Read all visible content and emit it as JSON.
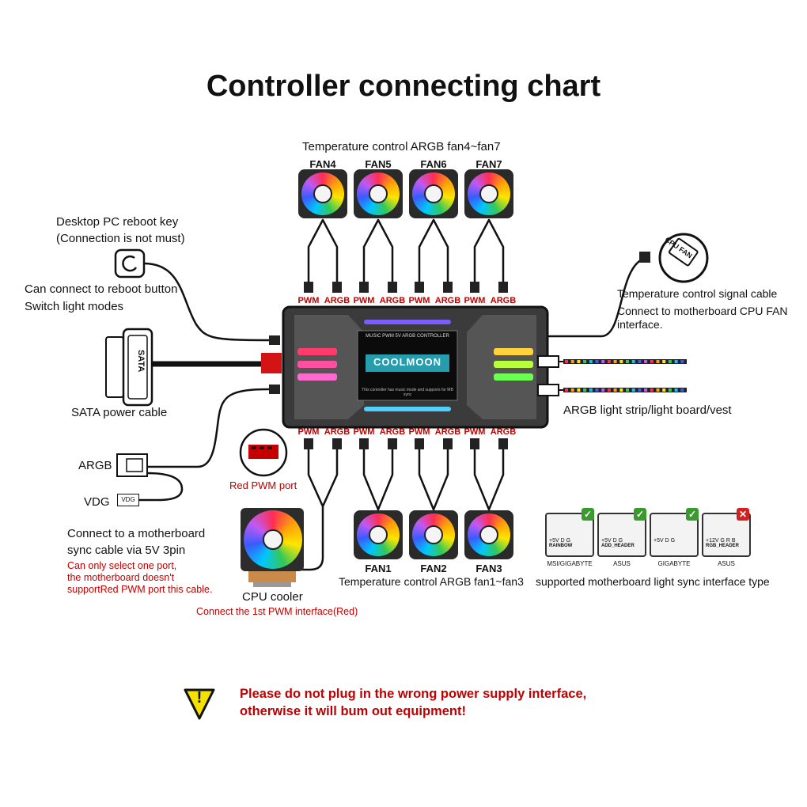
{
  "title": "Controller connecting chart",
  "top_fans": {
    "caption": "Temperature control ARGB fan4~fan7",
    "labels": [
      "FAN4",
      "FAN5",
      "FAN6",
      "FAN7"
    ]
  },
  "bottom_fans": {
    "caption": "Temperature control ARGB fan1~fan3",
    "labels": [
      "FAN1",
      "FAN2",
      "FAN3"
    ]
  },
  "ports": {
    "pwm": "PWM",
    "argb": "ARGB"
  },
  "reboot_key": {
    "title_line1": "Desktop PC reboot key",
    "title_line2": "(Connection is not must)",
    "desc_line1": "Can connect to reboot button",
    "desc_line2": "Switch light modes"
  },
  "sata": {
    "label": "SATA power cable",
    "connector_text": "SATA"
  },
  "argb_sync": {
    "argb_label": "ARGB",
    "vdg_label": "VDG",
    "vdg_plug_text": "VDG",
    "desc_line1": "Connect to a motherboard",
    "desc_line2": "sync cable via 5V 3pin",
    "note_line1": "Can only select one port,",
    "note_line2": "the motherboard doesn't",
    "note_line3": "supportRed PWM port this cable."
  },
  "red_pwm": {
    "label": "Red PWM port"
  },
  "cpu_cooler": {
    "label": "CPU cooler",
    "note": "Connect the 1st PWM interface(Red)"
  },
  "controller": {
    "brand": "COOLMOON",
    "header_text": "MUSIC PWM 5V ARGB CONTROLLER",
    "footer_text": "This controller has music mode and supports for MB sync"
  },
  "cpu_fan": {
    "icon_text": "CPU FAN",
    "title": "Temperature control signal cable",
    "desc_line1": "Connect to motherboard CPU FAN",
    "desc_line2": "interface."
  },
  "light_strip": {
    "label": "ARGB light strip/light board/vest"
  },
  "mb_support": {
    "caption": "supported motherboard light sync interface type",
    "items": [
      {
        "name": "MSI/GIGABYTE",
        "pin_text": "+5V D G",
        "tag": "RAINBOW",
        "supported": true
      },
      {
        "name": "ASUS",
        "pin_text": "+5V D G",
        "tag": "ADD_HEADER",
        "supported": true
      },
      {
        "name": "GIGABYTE",
        "pin_text": "+5V D G",
        "tag": "",
        "supported": true
      },
      {
        "name": "ASUS",
        "pin_text": "+12V G R B",
        "tag": "RGB_HEADER",
        "supported": false
      }
    ],
    "check_glyph": "✓",
    "cross_glyph": "✕"
  },
  "warning": {
    "line1": "Please do not plug in the wrong power supply interface,",
    "line2": "otherwise it will bum out equipment!",
    "icon_glyph": "!"
  },
  "colors": {
    "red": "#c00000",
    "black": "#111111",
    "warn_yellow": "#f5e100"
  }
}
